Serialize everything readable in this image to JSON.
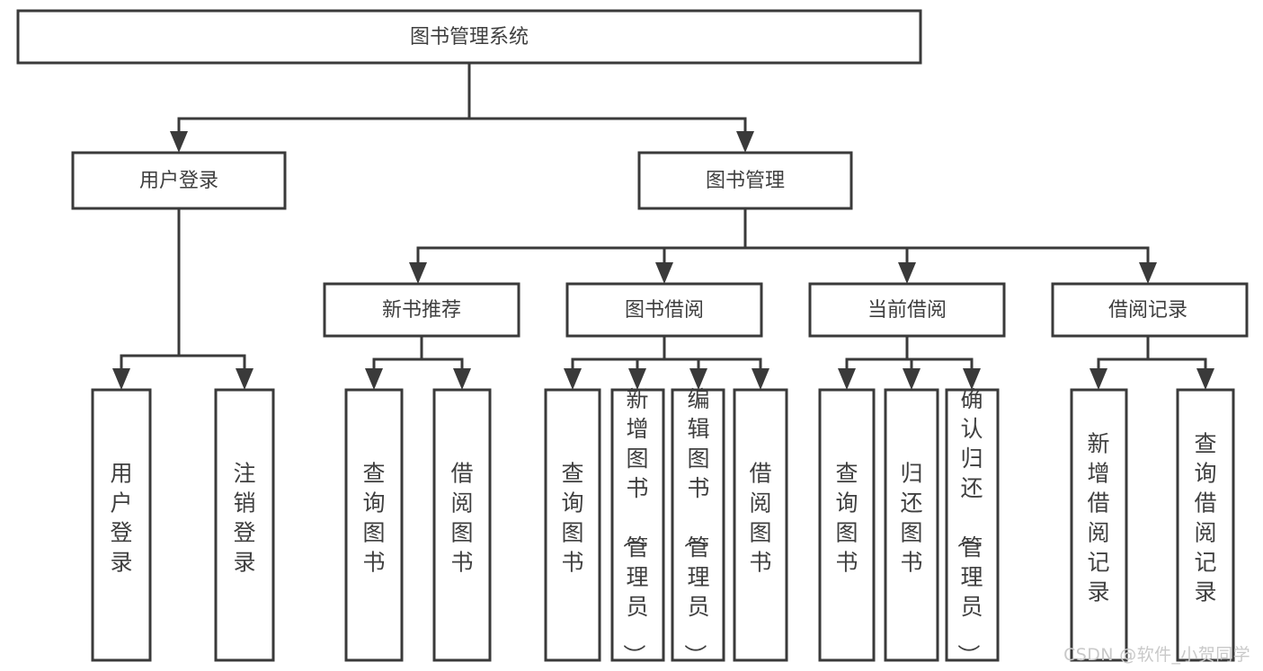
{
  "diagram": {
    "type": "tree",
    "title": "图书管理系统",
    "watermark": "CSDN @软件_小贺同学",
    "colors": {
      "stroke": "#3a3a3a",
      "box_fill": "#ffffff",
      "text": "#3f3f3f",
      "background": "#ffffff",
      "watermark": "#c9c9c9"
    },
    "nodes": {
      "root": {
        "label": "图书管理系统"
      },
      "level2": [
        {
          "id": "user-login",
          "label": "用户登录"
        },
        {
          "id": "book-manage",
          "label": "图书管理"
        }
      ],
      "level3": [
        {
          "id": "new-book-recommend",
          "label": "新书推荐"
        },
        {
          "id": "book-borrow",
          "label": "图书借阅"
        },
        {
          "id": "current-borrow",
          "label": "当前借阅"
        },
        {
          "id": "borrow-record",
          "label": "借阅记录"
        }
      ],
      "leaves": {
        "user-login": [
          {
            "id": "leaf-user-login",
            "label": "用户登录"
          },
          {
            "id": "leaf-logout-login",
            "label": "注销登录"
          }
        ],
        "new-book-recommend": [
          {
            "id": "leaf-query-book-1",
            "label": "查询图书"
          },
          {
            "id": "leaf-borrow-book-1",
            "label": "借阅图书"
          }
        ],
        "book-borrow": [
          {
            "id": "leaf-query-book-2",
            "label": "查询图书"
          },
          {
            "id": "leaf-add-book",
            "label": "新增图书（管理员）"
          },
          {
            "id": "leaf-edit-book",
            "label": "编辑图书（管理员）"
          },
          {
            "id": "leaf-borrow-book-2",
            "label": "借阅图书"
          }
        ],
        "current-borrow": [
          {
            "id": "leaf-query-book-3",
            "label": "查询图书"
          },
          {
            "id": "leaf-return-book",
            "label": "归还图书"
          },
          {
            "id": "leaf-confirm-return",
            "label": "确认归还（管理员）"
          }
        ],
        "borrow-record": [
          {
            "id": "leaf-add-record",
            "label": "新增借阅记录"
          },
          {
            "id": "leaf-query-record",
            "label": "查询借阅记录"
          }
        ]
      }
    }
  }
}
